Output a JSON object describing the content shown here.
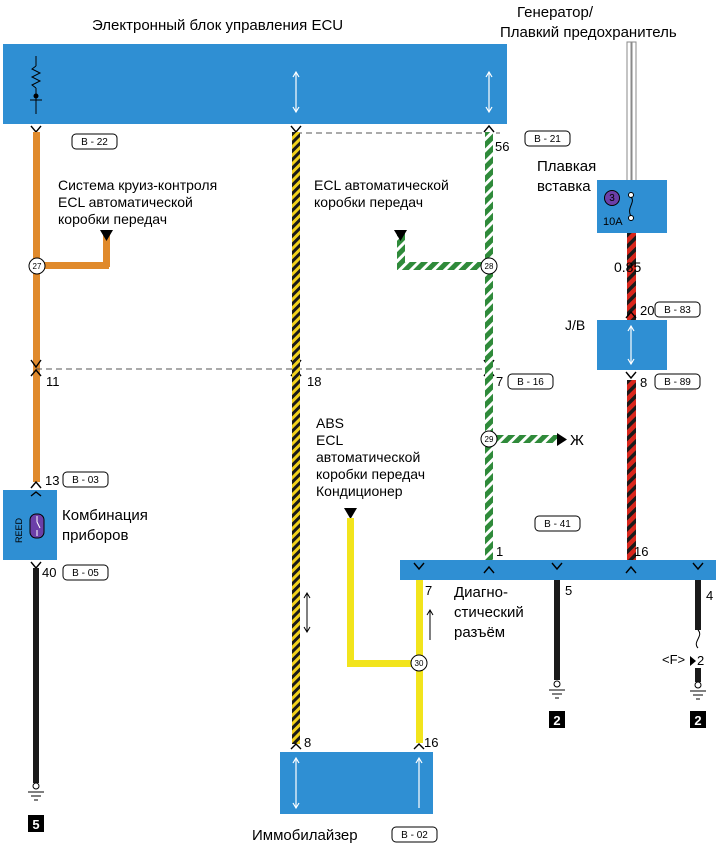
{
  "colors": {
    "module_fill": "#2f8fd3",
    "wire_orange": "#e08a2c",
    "wire_black": "#1a1a1a",
    "wire_yellow": "#f2e41c",
    "wire_green": "#2f8a3a",
    "wire_red": "#d8261c"
  },
  "labels": {
    "ecu_title": "Электронный блок управления ECU",
    "generator_line1": "Генератор/",
    "generator_line2": "Плавкий предохранитель",
    "fuse_line1": "Плавкая",
    "fuse_line2": "вставка",
    "fuse_number": "3",
    "fuse_rating": "10A",
    "wire_size": "0.85",
    "jb_label": "J/B",
    "cruise_line1": "Система круиз-контроля",
    "cruise_line2": "ECL автоматической",
    "cruise_line3": "коробки передач",
    "ecl_line1": "ECL автоматической",
    "ecl_line2": "коробки передач",
    "abs_line1": "ABS",
    "abs_line2": "ECL",
    "abs_line3": "автоматической",
    "abs_line4": "коробки передач",
    "abs_line5": "Кондиционер",
    "cluster_line1": "Комбинация",
    "cluster_line2": "приборов",
    "reed": "REED",
    "diag_line1": "Диагно-",
    "diag_line2": "стический",
    "diag_line3": "разъём",
    "immobilizer": "Иммобилайзер",
    "zh": "Ж",
    "f_label": "<F>"
  },
  "connectors": {
    "b22": "B - 22",
    "b21": "B - 21",
    "b83": "B - 83",
    "b16": "B - 16",
    "b89": "B - 89",
    "b03": "B - 03",
    "b05": "B - 05",
    "b41": "B - 41",
    "b02": "B - 02"
  },
  "pins": {
    "p56": "56",
    "p11": "11",
    "p18": "18",
    "p7_top": "7",
    "p20": "20",
    "p8_jb": "8",
    "p13": "13",
    "p40": "40",
    "p1": "1",
    "p16_diag": "16",
    "p7_diag": "7",
    "p5": "5",
    "p4": "4",
    "p2": "2",
    "p8_imm": "8",
    "p16_imm": "16"
  },
  "splices": {
    "s27": "27",
    "s28": "28",
    "s29": "29",
    "s30": "30"
  },
  "grounds": {
    "g5": "5",
    "g2a": "2",
    "g2b": "2"
  }
}
